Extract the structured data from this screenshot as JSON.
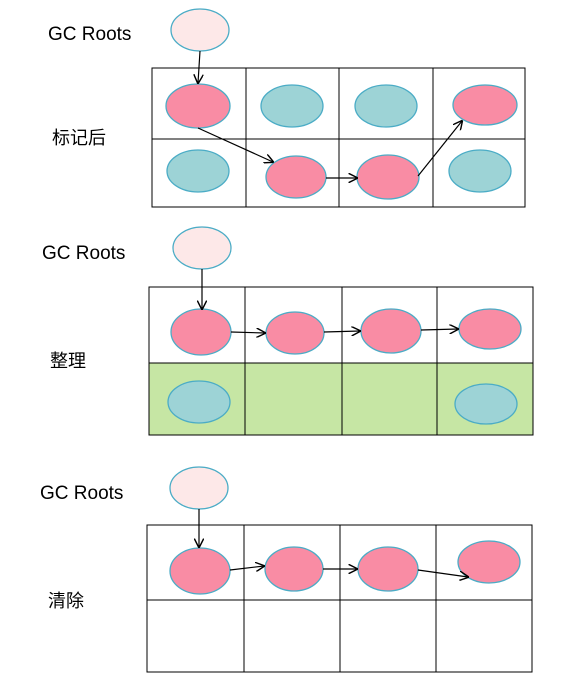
{
  "colors": {
    "root_fill": "#fde8e8",
    "root_stroke": "#4bacc6",
    "live_fill": "#f98ca4",
    "live_stroke": "#4bacc6",
    "dead_fill": "#9dd3d6",
    "dead_stroke": "#4bacc6",
    "compacted_region_fill": "#c6e6a4"
  },
  "panels": [
    {
      "root_label": "GC Roots",
      "stage_label": "标记后",
      "top_row": [
        "live",
        "dead",
        "dead",
        "live"
      ],
      "bottom_row": [
        "dead",
        "live",
        "live",
        "dead"
      ],
      "bottom_row_highlight": false
    },
    {
      "root_label": "GC Roots",
      "stage_label": "整理",
      "top_row": [
        "live",
        "live",
        "live",
        "live"
      ],
      "bottom_row": [
        "dead",
        "empty",
        "empty",
        "dead"
      ],
      "bottom_row_highlight": true
    },
    {
      "root_label": "GC Roots",
      "stage_label": "清除",
      "top_row": [
        "live",
        "live",
        "live",
        "live"
      ],
      "bottom_row": [
        "empty",
        "empty",
        "empty",
        "empty"
      ],
      "bottom_row_highlight": false
    }
  ]
}
